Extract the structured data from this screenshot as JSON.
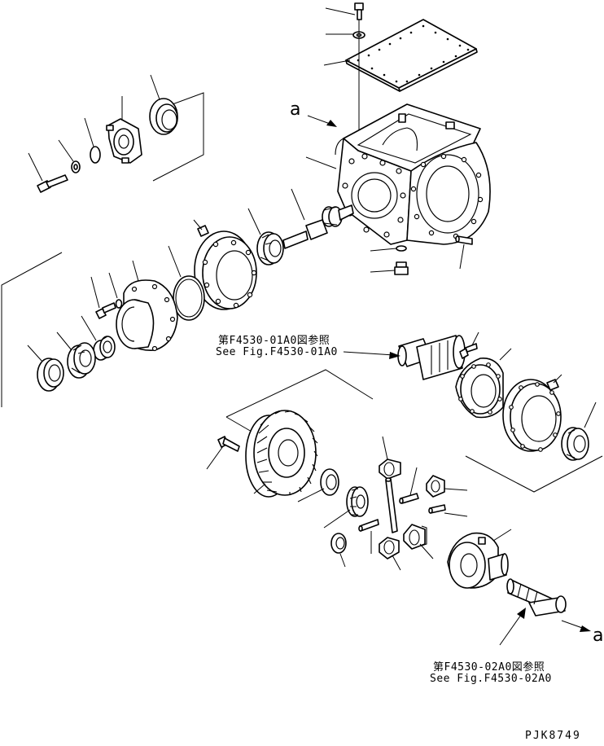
{
  "view_label_a_top": "a",
  "view_label_a_bottom": "a",
  "reference_1": {
    "jp": "第F4530-01A0図参照",
    "en": "See Fig.F4530-01A0"
  },
  "reference_2": {
    "jp": "第F4530-02A0図参照",
    "en": "See Fig.F4530-02A0"
  },
  "drawing_code": "PJK8749"
}
